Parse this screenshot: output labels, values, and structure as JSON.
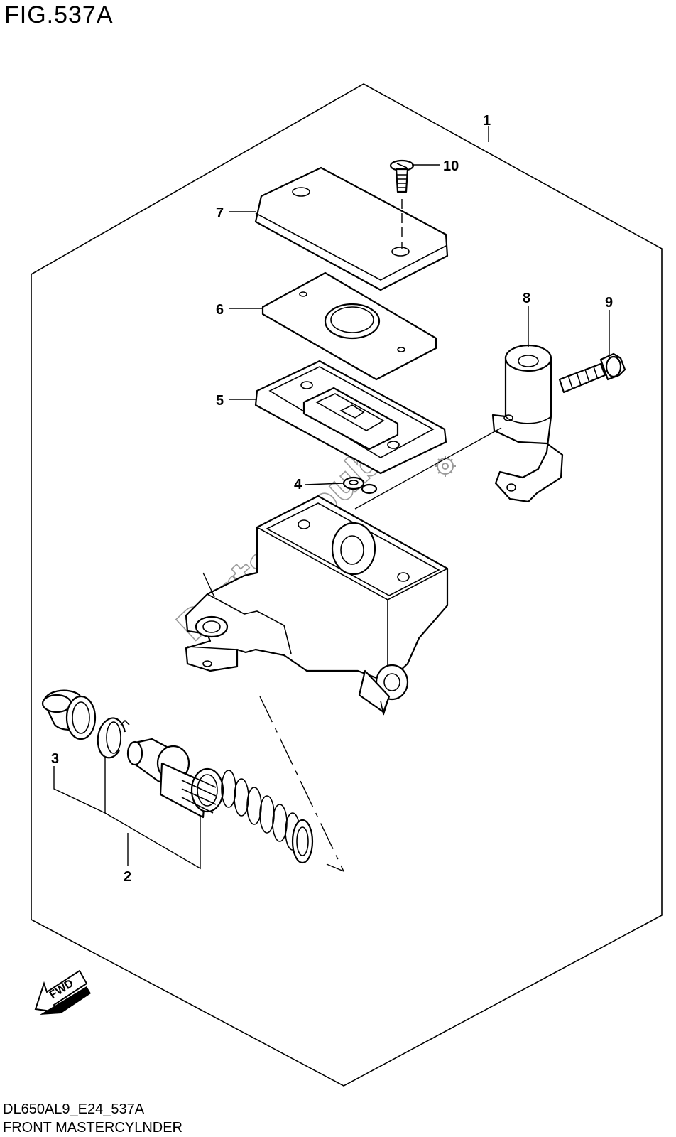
{
  "header": {
    "figure_title": "FIG.537A"
  },
  "footer": {
    "model_code": "DL650AL9_E24_537A",
    "group_name": "FRONT MASTERCYLNDER"
  },
  "watermark": {
    "text": "PartsRepublik"
  },
  "fwd_arrow": {
    "label": "FWD"
  },
  "callouts": [
    {
      "id": "1",
      "part": "master-cylinder-assembly"
    },
    {
      "id": "2",
      "part": "piston-kit"
    },
    {
      "id": "3",
      "part": "dust-boot"
    },
    {
      "id": "4",
      "part": "reservoir-plate"
    },
    {
      "id": "5",
      "part": "reservoir-diaphragm"
    },
    {
      "id": "6",
      "part": "diaphragm-plate"
    },
    {
      "id": "7",
      "part": "reservoir-cap"
    },
    {
      "id": "8",
      "part": "master-cylinder-holder"
    },
    {
      "id": "9",
      "part": "holder-bolt"
    },
    {
      "id": "10",
      "part": "cap-screw"
    }
  ]
}
